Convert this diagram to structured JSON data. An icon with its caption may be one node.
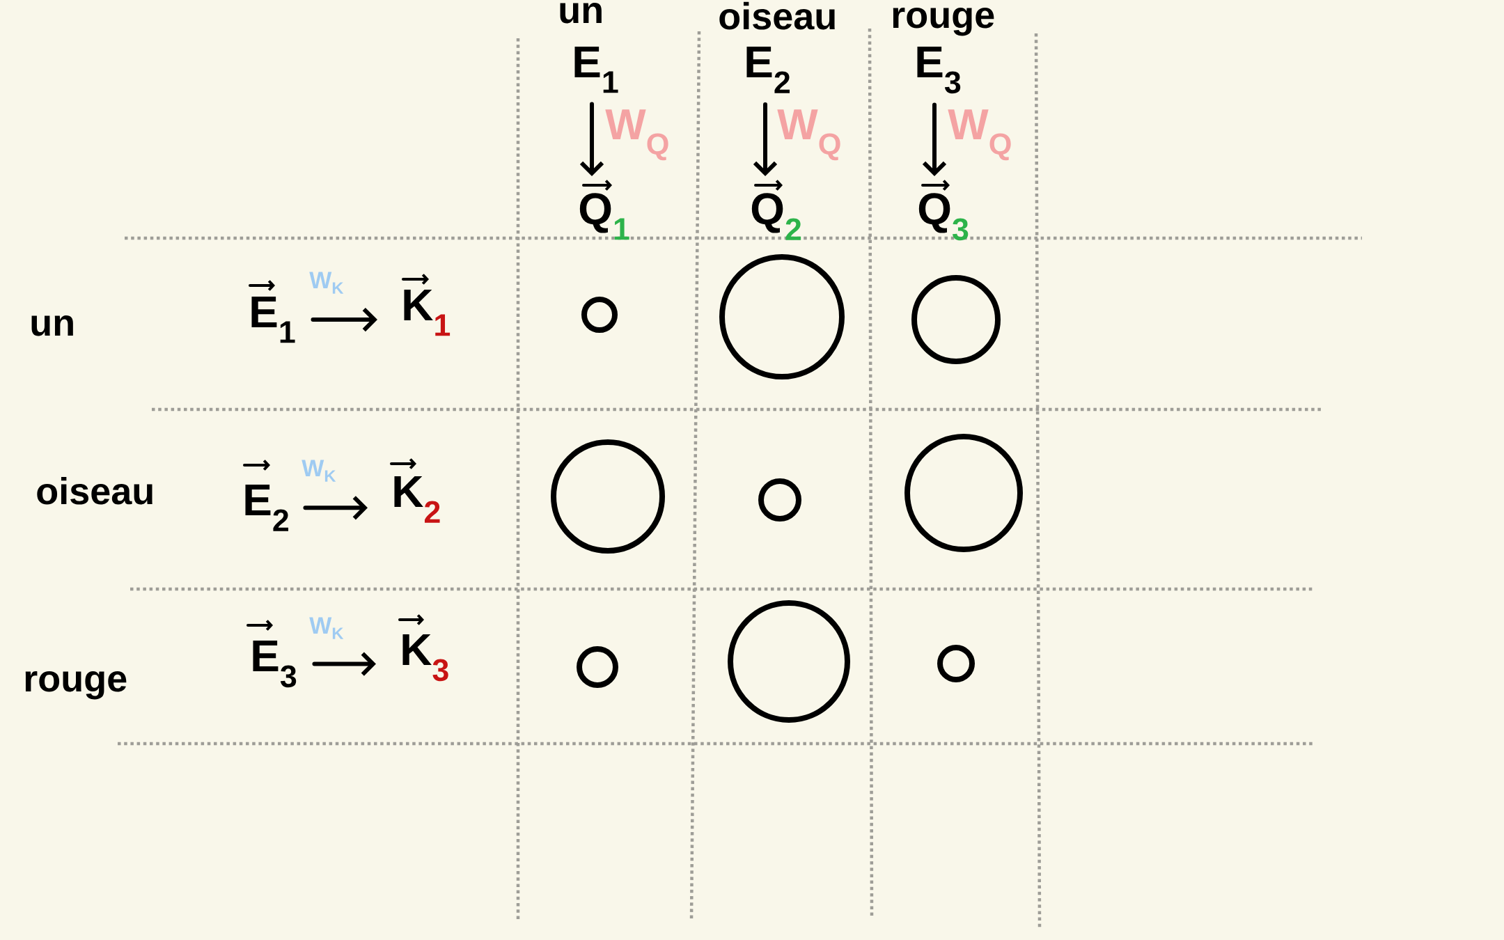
{
  "diagram": {
    "nodes": [
      {
        "text": [
          "E$_{1}$"
        ]
      },
      {
        "text": [
          "E$_{2}$"
        ]
      },
      {
        "text": [
          "E$_{3}$"
        ]
      },
      {
        "text": [
          "Q$_{1}$"
        ]
      },
      {
        "text": [
          "Q$_{2}$"
        ]
      },
      {
        "text": [
          "Q$_{3}$"
        ]
      },
      {
        "text": [
          "E$_{1}$"
        ]
      },
      {
        "text": [
          "K$_{1}$"
        ]
      },
      {
        "text": [
          "E$_{2}$"
        ]
      },
      {
        "text": [
          "K$_{2}$"
        ]
      },
      {
        "text": [
          "E$_{3}$"
        ]
      },
      {
        "text": [
          "K$_{3}$"
        ]
      }
    ],
    "edges": [
      {
        "from": 0,
        "to": 3,
        "arrow": "to",
        "label": "W$_{Q}$"
      },
      {
        "from": 1,
        "to": 4,
        "arrow": "to",
        "label": "W$_{Q}$"
      },
      {
        "from": 2,
        "to": 5,
        "arrow": "to",
        "label": "W$_{Q}$"
      },
      {
        "from": 6,
        "to": 7,
        "arrow": "to",
        "label": "W$_{K}$"
      },
      {
        "from": 8,
        "to": 9,
        "arrow": "to",
        "label": "W$_{K}$"
      },
      {
        "from": 10,
        "to": 11,
        "arrow": "to",
        "label": "W$_{K}$"
      }
    ],
    "labels": [
      "un",
      "oiseau",
      "rouge",
      "un",
      "oiseau",
      "rouge"
    ]
  }
}
